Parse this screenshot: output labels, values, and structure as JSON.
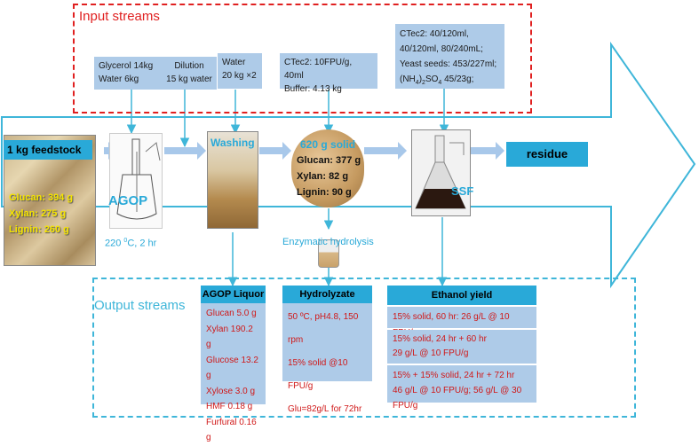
{
  "input_title": "Input streams",
  "output_title": "Output streams",
  "inputs": {
    "glycerol": [
      "Glycerol 14kg",
      "Water 6kg"
    ],
    "dilution": [
      "Dilution",
      "15 kg water"
    ],
    "water": [
      "Water",
      "20 kg ×2"
    ],
    "ctec_hydrolysis": [
      "CTec2: 10FPU/g, 40ml",
      "Buffer: 4.13 kg"
    ],
    "ssf_inputs": [
      "CTec2: 40/120ml,",
      "40/120ml, 80/240mL;",
      "Yeast seeds: 453/227ml;"
    ],
    "nh4_line": {
      "a": "(NH",
      "sub": "4",
      "b": ")",
      "sub2": "2",
      "c": "SO",
      "sub3": "4",
      "d": " 45/23g;"
    }
  },
  "feedstock": {
    "title": "1 kg feedstock",
    "lines": [
      "Glucan: 394 g",
      "Xylan: 275 g",
      "Lignin: 260 g"
    ]
  },
  "agop": {
    "label": "AGOP",
    "cond_a": "220 ",
    "cond_sup": "0",
    "cond_b": "C, 2 hr"
  },
  "washing": "Washing",
  "solid": {
    "title": "620 g solid",
    "lines": [
      "Glucan: 377 g",
      "Xylan: 82 g",
      "Lignin: 90 g"
    ]
  },
  "enzymatic": "Enzymatic hydrolysis",
  "ssf": "SSF",
  "residue": "residue",
  "outputs": {
    "agop_liquor": {
      "header": "AGOP Liquor",
      "lines": [
        "Glucan 5.0 g",
        "Xylan  190.2 g",
        "Glucose 13.2 g",
        "Xylose 3.0 g",
        "HMF 0.18 g",
        "Furfural 0.16 g"
      ]
    },
    "hydrolyzate": {
      "header": "Hydrolyzate",
      "lines": [
        "50 ºC, pH4.8, 150 rpm",
        "15% solid @10 FPU/g",
        "Glu=82g/L for 72hr"
      ]
    },
    "ethanol": {
      "header": "Ethanol yield",
      "rows": [
        [
          "15% solid, 60 hr: 26 g/L @ 10 FPU/g"
        ],
        [
          "15% solid, 24 hr + 60 hr",
          "29 g/L @ 10 FPU/g"
        ],
        [
          "15% + 15% solid, 24 hr + 72 hr",
          "46 g/L @ 10 FPU/g; 56 g/L @ 30 FPU/g"
        ]
      ]
    }
  },
  "colors": {
    "arrow": "#3fb6d9",
    "input_frame": "#e02020",
    "header": "#29a9d8",
    "box": "#aecbe8",
    "text_red": "#d01818"
  }
}
